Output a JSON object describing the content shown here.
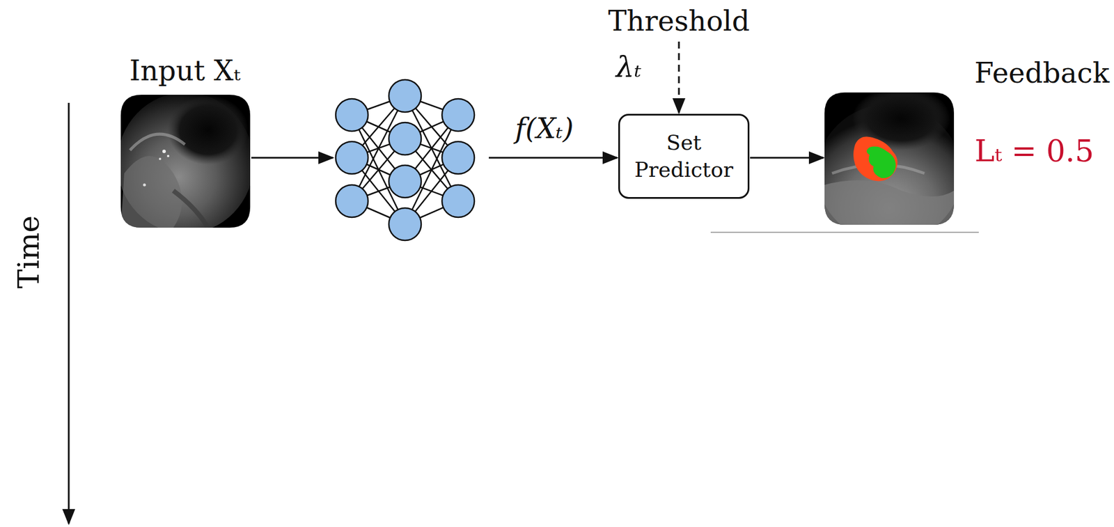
{
  "diagram": {
    "nodes": [
      {
        "text": [
          "Set Predictor"
        ]
      }
    ],
    "labels": [
      "Threshold",
      "λₜ",
      "Input Xₜ",
      "f(Xₜ)",
      "Feedback",
      "Lₜ = 0.5",
      "Time"
    ]
  }
}
